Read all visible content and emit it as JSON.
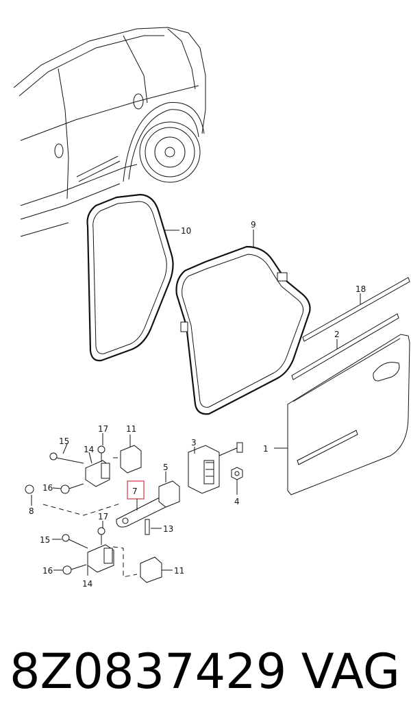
{
  "diagram": {
    "callouts": {
      "c1": "1",
      "c2": "2",
      "c3": "3",
      "c4": "4",
      "c5": "5",
      "c7": "7",
      "c8": "8",
      "c9": "9",
      "c10": "10",
      "c11a": "11",
      "c11b": "11",
      "c13": "13",
      "c14a": "14",
      "c14b": "14",
      "c15a": "15",
      "c15b": "15",
      "c16a": "16",
      "c16b": "16",
      "c17a": "17",
      "c17b": "17",
      "c18": "18"
    },
    "highlight_color": "#e05a6a"
  },
  "footer": {
    "part_number": "8Z0837429",
    "brand": "VAG"
  }
}
